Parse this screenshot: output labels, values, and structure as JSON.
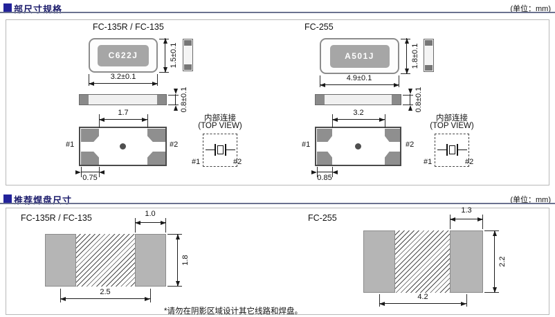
{
  "colors": {
    "accent_navy": "#22229a",
    "header_rule": "#6b7290",
    "package_outline": "#8c8c8c",
    "marking_fill": "#a6a6a6",
    "terminal_pad_fill": "#8f8f8f",
    "land_pad_fill": "#b5b5b5"
  },
  "outline_section": {
    "title": "部尺寸规格",
    "unit": "(单位：mm)",
    "fc135": {
      "name": "FC-135R / FC-135",
      "top_mark": "C622J",
      "dim_w": "3.2±0.1",
      "dim_h": "1.5±0.1",
      "dim_t": "0.8±0.1",
      "dim_gap": "1.7",
      "dim_pad": "0.75",
      "pin1": "#1",
      "pin2": "#2",
      "ic_title": "内部连接",
      "ic_sub": "(TOP VIEW)",
      "ic_pin1": "#1",
      "ic_pin2": "#2"
    },
    "fc255": {
      "name": "FC-255",
      "top_mark": "A501J",
      "dim_w": "4.9±0.1",
      "dim_h": "1.8±0.1",
      "dim_t": "0.8±0.1",
      "dim_gap": "3.2",
      "dim_pad": "0.85",
      "pin1": "#1",
      "pin2": "#2",
      "ic_title": "内部连接",
      "ic_sub": "(TOP VIEW)",
      "ic_pin1": "#1",
      "ic_pin2": "#2"
    }
  },
  "land_section": {
    "title": "推荐焊盘尺寸",
    "unit": "(单位：mm)",
    "fc135": {
      "name": "FC-135R / FC-135",
      "pad_w": "1.0",
      "pad_h": "1.8",
      "pitch": "2.5"
    },
    "fc255": {
      "name": "FC-255",
      "pad_w": "1.3",
      "pad_h": "2.2",
      "pitch": "4.2"
    },
    "note": "*请勿在阴影区域设计其它线路和焊盘。"
  }
}
